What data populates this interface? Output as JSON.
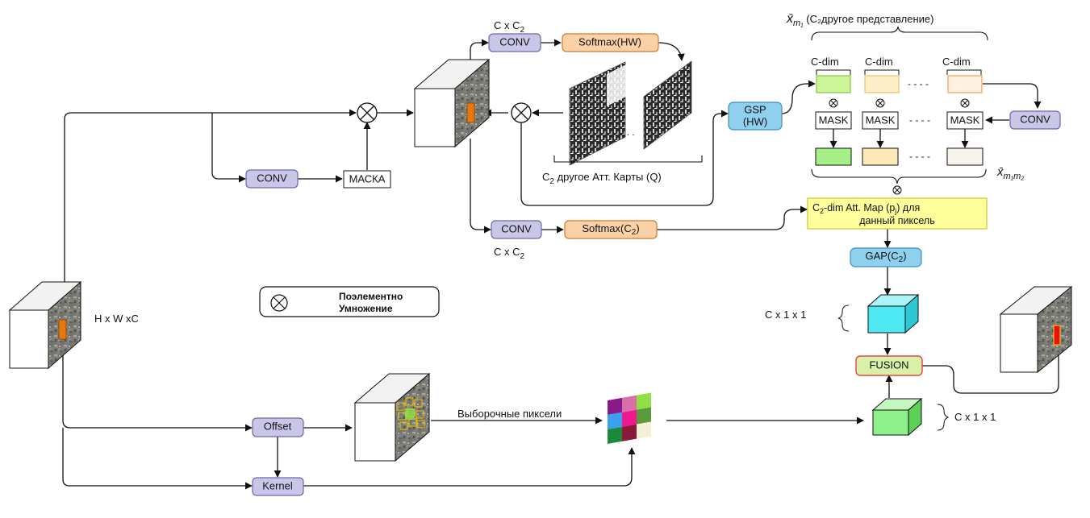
{
  "colors": {
    "conv_fill": "#c9c6e8",
    "conv_stroke": "#6e68a8",
    "softmax_fill": "#fbd2a8",
    "softmax_stroke": "#d07a2a",
    "gsp_fill": "#8fd0ee",
    "gsp_stroke": "#3c8fb8",
    "yellow_box": "#ffff9c",
    "fusion_fill": "#d8f0a8",
    "fusion_stroke": "#e04848",
    "cube_cyan": "#4de8f2",
    "cube_green": "#8ef08a",
    "feature_patch": "#e8780c"
  },
  "top_branch": {
    "conv_dims_top": "C x C",
    "conv_dims_top_sub": "2",
    "conv_top": "CONV",
    "softmax_hw": "Softmax(HW)",
    "conv_bottom": "CONV",
    "softmax_c2_pre": "Softmax(C",
    "softmax_c2_sub": "2",
    "softmax_c2_post": ")",
    "conv_dims_bottom": "C x C",
    "conv_dims_bottom_sub": "2",
    "conv_mask_branch": "CONV",
    "mask_box": "МАСКА",
    "att_maps_dots": ". . .",
    "att_maps_caption_pre": "C",
    "att_maps_caption_sub": "2",
    "att_maps_caption_post": " другое Атт. Карты (Q)"
  },
  "gsp": {
    "line1": "GSP",
    "line2": "(HW)"
  },
  "representation": {
    "title_sym": "x̄",
    "title_sub": "m₁",
    "title_text": " (C₂другое представление)",
    "cdim_labels": [
      "C-dim",
      "C-dim",
      "C-dim"
    ],
    "mask_labels": [
      "MASK",
      "MASK",
      "MASK"
    ],
    "dashes": "- - - -",
    "conv_right": "CONV",
    "bottom_sym": "x̄",
    "bottom_sub": "m₁m₂",
    "top_vector_colors": [
      "#ccf59a",
      "#fdeec8",
      "#fff0e0"
    ],
    "bottom_vector_colors": [
      "#a6ef86",
      "#fde8b8",
      "#f6f4ea"
    ]
  },
  "attention_map": {
    "line1_pre": "C",
    "line1_sub": "2",
    "line1_mid": "-dim Att. Map (p",
    "line1_sub2": "j",
    "line1_post": ") для",
    "line2": "данный пиксель"
  },
  "gap": {
    "pre": "GAP(C",
    "sub": "2",
    "post": ")"
  },
  "cube_cyan_label": "C x 1 x 1",
  "cube_green_label": "C x 1 x 1",
  "fusion": "FUSION",
  "input_dims": "H x W xC",
  "legend": {
    "line1": "Поэлементно",
    "line2": "Умножение"
  },
  "bottom_branch": {
    "offset": "Offset",
    "kernel": "Kernel",
    "sampled_pixels": "Выборочные пиксели",
    "grid_colors": [
      "#8a1a8a",
      "#d870a8",
      "#8ee046",
      "#3aa0f0",
      "#f01890",
      "#5b9a3a",
      "#1a8a3a",
      "#8a1a3a",
      "#f4f0d8"
    ]
  }
}
